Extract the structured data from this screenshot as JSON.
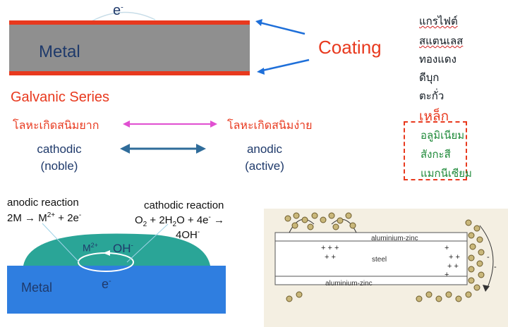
{
  "top": {
    "electron": "e",
    "electron_sup": "-",
    "metal": "Metal",
    "coating": "Coating"
  },
  "galvanic": {
    "title": "Galvanic Series",
    "noble_thai": "โลหะเกิดสนิมยาก",
    "active_thai": "โลหะเกิดสนิมง่าย",
    "cathodic": "cathodic",
    "noble": "(noble)",
    "anodic": "anodic",
    "active": "(active)"
  },
  "metals": {
    "list": [
      "แกรไฟต์",
      "สแตนเลส",
      "ทองแดง",
      "ดีบุก",
      "ตะกั่ว",
      "เหล็ก"
    ],
    "boxed": [
      "อลูมิเนียม",
      "สังกะสี",
      "แมกนีเซียม"
    ]
  },
  "droplet": {
    "anodic_title": "anodic reaction",
    "anodic_lhs": "2M",
    "anodic_m": "M",
    "anodic_m_sup": "2+",
    "anodic_rhs": " + 2e",
    "anodic_rhs_sup": "-",
    "cathodic_title": "cathodic reaction",
    "cathodic_o": "O",
    "cathodic_o_sub": "2",
    "cathodic_plus": " + 2H",
    "cathodic_h_sub": "2",
    "cathodic_o2": "O + 4e",
    "cathodic_e_sup": "-",
    "cathodic_product": "4OH",
    "cathodic_product_sup": "-",
    "m2": "M",
    "m2_sup": "2+",
    "oh": "OH",
    "oh_sup": "-",
    "metal": "Metal",
    "electron": "e",
    "electron_sup": "-"
  },
  "coated_steel": {
    "layer_top": "aluminium-zinc",
    "core": "steel",
    "layer_bottom": "aluminium-zinc"
  },
  "colors": {
    "coating_red": "#e8391e",
    "metal_gray": "#8f8f8f",
    "navy": "#1f3a6b",
    "droplet_teal": "#2aa597",
    "metal_blue": "#2f7ee0",
    "boxed_green": "#1f8a3a"
  }
}
